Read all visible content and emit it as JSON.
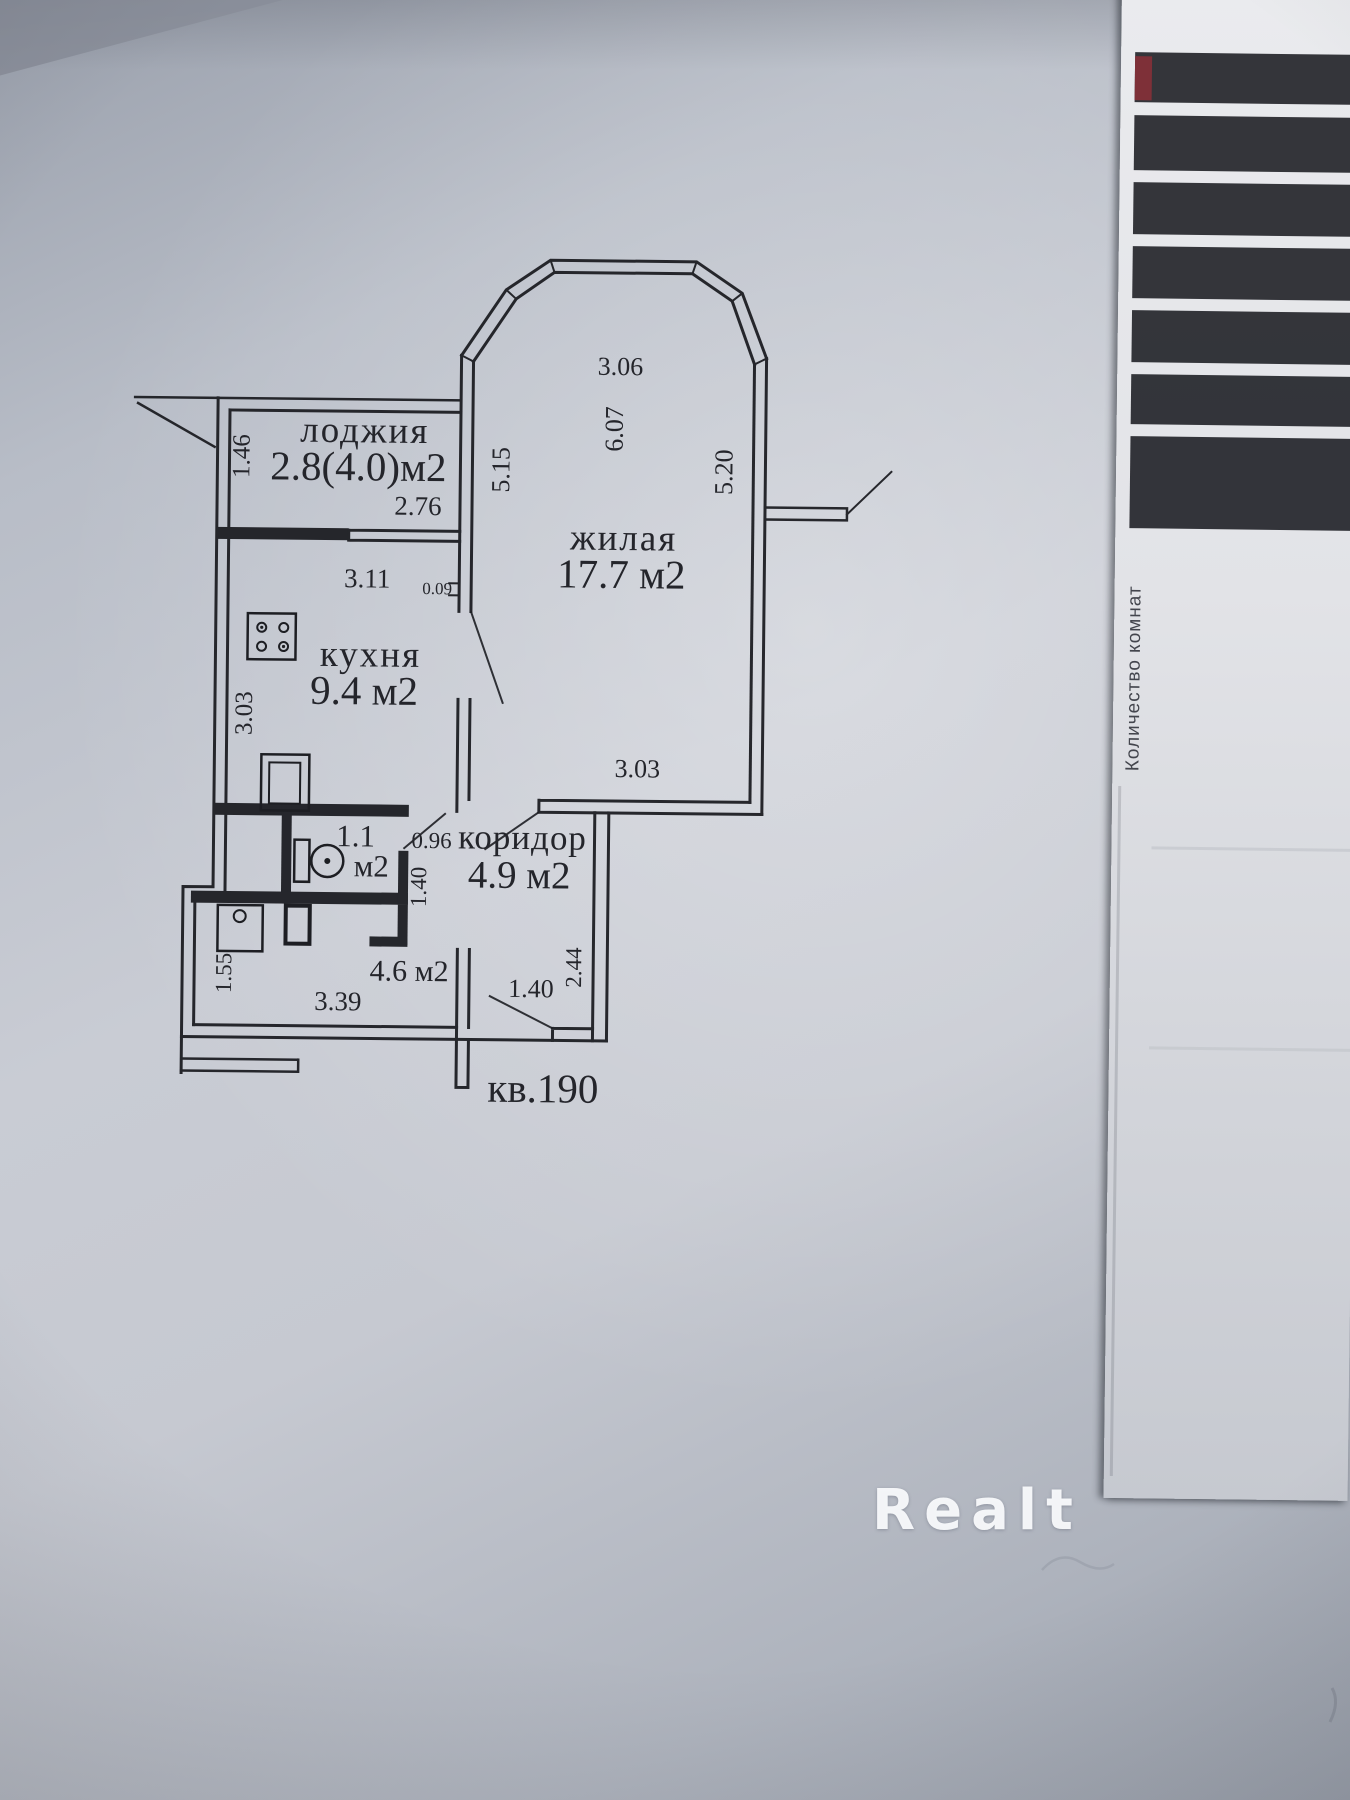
{
  "photo": {
    "watermark": "Realt"
  },
  "side_document": {
    "vertical_label": "Количество комнат"
  },
  "plan": {
    "apartment": "кв.190",
    "rooms": {
      "loggia": {
        "name": "лоджия",
        "area": "2.8(4.0)м2"
      },
      "living": {
        "name": "жилая",
        "area": "17.7 м2"
      },
      "kitchen": {
        "name": "кухня",
        "area": "9.4 м2"
      },
      "corridor": {
        "name": "коридор",
        "area": "4.9 м2"
      },
      "bathroom": {
        "area_value": "1.1",
        "area_unit": "м2"
      },
      "hall": {
        "area": "4.6 м2"
      }
    },
    "dimensions": {
      "loggia_depth": "1.46",
      "loggia_window": "2.76",
      "kitchen_top_width": "3.11",
      "wall_gap": "0.09",
      "living_left_height": "5.15",
      "living_top_width": "3.06",
      "living_bay_height": "6.07",
      "living_right_height": "5.20",
      "kitchen_left_height": "3.03",
      "living_bottom_width": "3.03",
      "corridor_opening": "0.96",
      "corridor_width": "1.40",
      "hall_left_depth": "1.55",
      "hall_bottom_width": "3.39",
      "entry_width": "1.40",
      "entry_depth": "2.44"
    }
  }
}
